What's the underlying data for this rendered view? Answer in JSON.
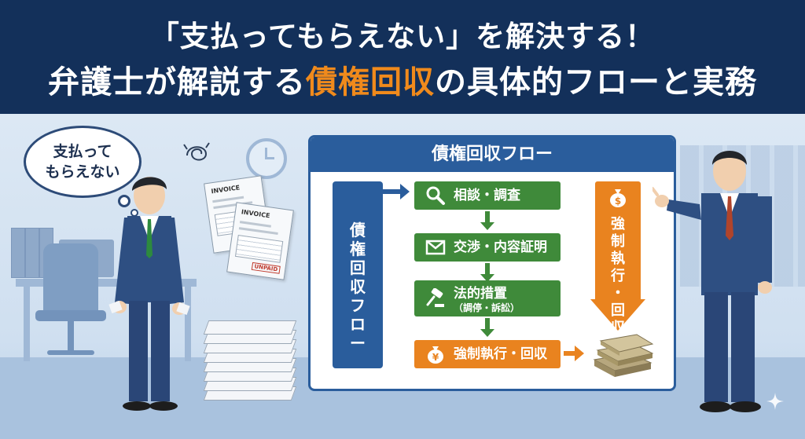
{
  "header": {
    "line1": "「支払ってもらえない」を解決する！",
    "line2_before": "弁護士が解説する",
    "line2_highlight": "債権回収",
    "line2_after": "の具体的フローと実務"
  },
  "bubble": {
    "line1": "支払って",
    "line2": "もらえない"
  },
  "invoices": {
    "label": "INVOICE",
    "stamp": "UNPAID"
  },
  "flow": {
    "title": "債権回収フロー",
    "side_label": [
      "債",
      "権",
      "回",
      "収",
      "フ",
      "ロ",
      "ー"
    ],
    "steps": [
      {
        "label": "相談・調査",
        "icon": "magnifier-icon"
      },
      {
        "label": "交渉・内容証明",
        "icon": "envelope-icon"
      },
      {
        "label": "法的措置",
        "sub": "（調停・訴訟）",
        "icon": "gavel-icon"
      },
      {
        "label": "強制執行・回収",
        "icon": "money-bag-icon"
      }
    ],
    "arrow_label": [
      "強",
      "制",
      "執",
      "行",
      "・",
      "回",
      "収"
    ]
  },
  "colors": {
    "header_bg": "#13305a",
    "highlight": "#f08a1c",
    "panel_blue": "#2a5d9c",
    "step_green": "#3f8a3a",
    "step_orange": "#e9831f"
  }
}
